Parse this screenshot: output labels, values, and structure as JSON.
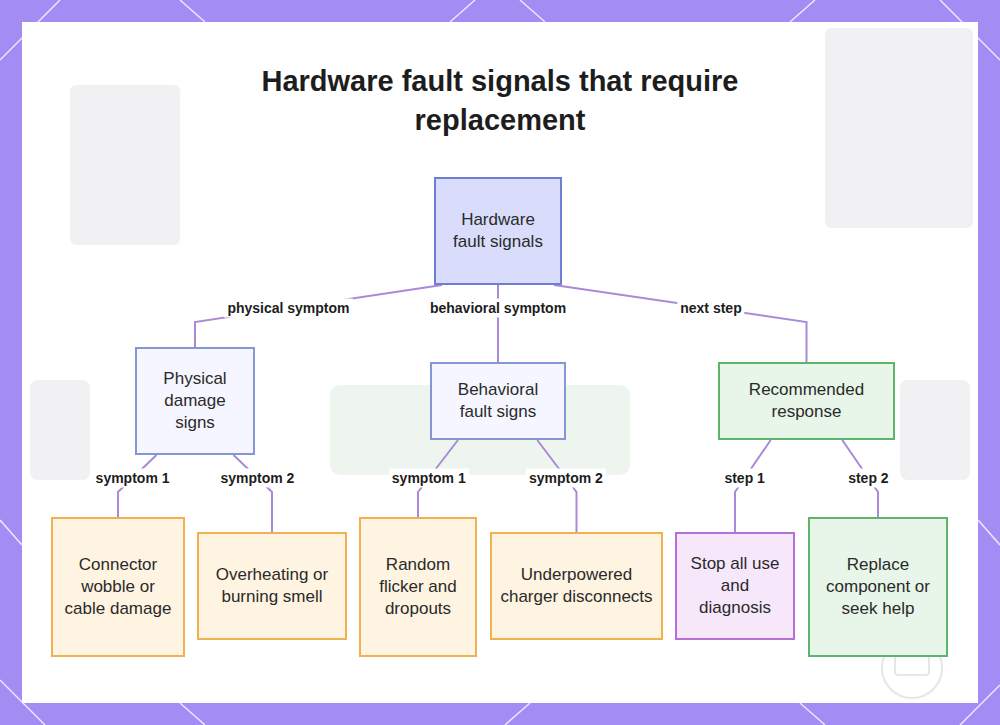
{
  "diagram": {
    "title": "Hardware fault signals that require replacement",
    "nodes": [
      {
        "text": [
          "Hardware fault signals"
        ]
      },
      {
        "text": [
          "Physical damage signs"
        ]
      },
      {
        "text": [
          "Behavioral fault signs"
        ]
      },
      {
        "text": [
          "Recommended response"
        ]
      },
      {
        "text": [
          "Connector wobble or cable damage"
        ]
      },
      {
        "text": [
          "Overheating or burning smell"
        ]
      },
      {
        "text": [
          "Random flicker and dropouts"
        ]
      },
      {
        "text": [
          "Underpowered charger disconnects"
        ]
      },
      {
        "text": [
          "Stop all use and diagnosis"
        ]
      },
      {
        "text": [
          "Replace component or seek help"
        ]
      }
    ],
    "edges": [
      {
        "from": 0,
        "to": 1,
        "label": "physical symptom",
        "arrow": "none"
      },
      {
        "from": 0,
        "to": 2,
        "label": "behavioral symptom",
        "arrow": "none"
      },
      {
        "from": 0,
        "to": 3,
        "label": "next step",
        "arrow": "none"
      },
      {
        "from": 1,
        "to": 4,
        "label": "symptom 1",
        "arrow": "none"
      },
      {
        "from": 1,
        "to": 5,
        "label": "symptom 2",
        "arrow": "none"
      },
      {
        "from": 2,
        "to": 6,
        "label": "symptom 1",
        "arrow": "none"
      },
      {
        "from": 2,
        "to": 7,
        "label": "symptom 2",
        "arrow": "none"
      },
      {
        "from": 3,
        "to": 8,
        "label": "step 1",
        "arrow": "none"
      },
      {
        "from": 3,
        "to": 9,
        "label": "step 2",
        "arrow": "none"
      }
    ]
  }
}
